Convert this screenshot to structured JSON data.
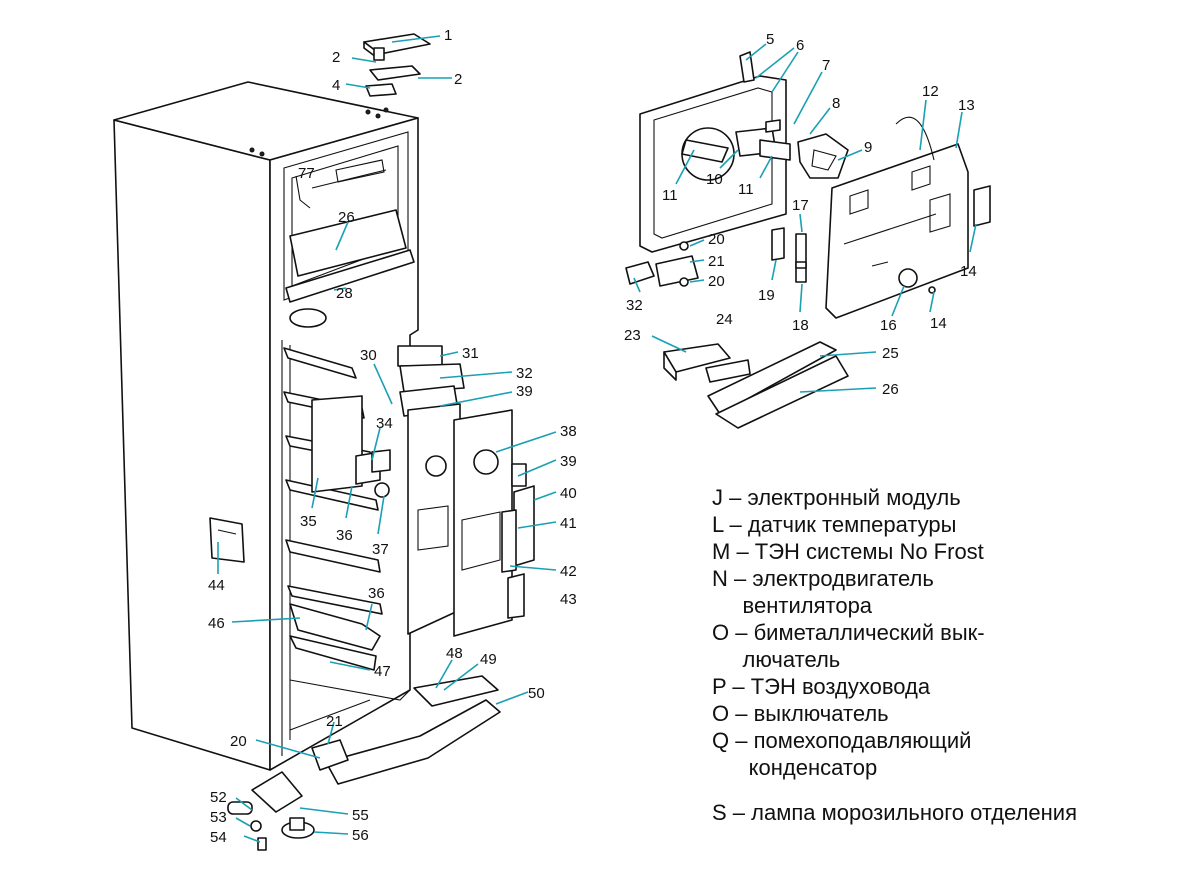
{
  "diagram": {
    "callouts": [
      {
        "id": "c1",
        "text": "1"
      },
      {
        "id": "c2a",
        "text": "2"
      },
      {
        "id": "c2b",
        "text": "2"
      },
      {
        "id": "c4",
        "text": "4"
      },
      {
        "id": "c5",
        "text": "5"
      },
      {
        "id": "c6",
        "text": "6"
      },
      {
        "id": "c7",
        "text": "7"
      },
      {
        "id": "c8",
        "text": "8"
      },
      {
        "id": "c9",
        "text": "9"
      },
      {
        "id": "c10",
        "text": "10"
      },
      {
        "id": "c11a",
        "text": "11"
      },
      {
        "id": "c11b",
        "text": "11"
      },
      {
        "id": "c12",
        "text": "12"
      },
      {
        "id": "c13",
        "text": "13"
      },
      {
        "id": "c14a",
        "text": "14"
      },
      {
        "id": "c14b",
        "text": "14"
      },
      {
        "id": "c16",
        "text": "16"
      },
      {
        "id": "c17",
        "text": "17"
      },
      {
        "id": "c18",
        "text": "18"
      },
      {
        "id": "c19",
        "text": "19"
      },
      {
        "id": "c20a",
        "text": "20"
      },
      {
        "id": "c20b",
        "text": "20"
      },
      {
        "id": "c20c",
        "text": "20"
      },
      {
        "id": "c21a",
        "text": "21"
      },
      {
        "id": "c21b",
        "text": "21"
      },
      {
        "id": "c23",
        "text": "23"
      },
      {
        "id": "c24",
        "text": "24"
      },
      {
        "id": "c25",
        "text": "25"
      },
      {
        "id": "c26a",
        "text": "26"
      },
      {
        "id": "c26b",
        "text": "26"
      },
      {
        "id": "c28",
        "text": "28"
      },
      {
        "id": "c30",
        "text": "30"
      },
      {
        "id": "c31",
        "text": "31"
      },
      {
        "id": "c32a",
        "text": "32"
      },
      {
        "id": "c32b",
        "text": "32"
      },
      {
        "id": "c34",
        "text": "34"
      },
      {
        "id": "c35",
        "text": "35"
      },
      {
        "id": "c36a",
        "text": "36"
      },
      {
        "id": "c36b",
        "text": "36"
      },
      {
        "id": "c37",
        "text": "37"
      },
      {
        "id": "c38",
        "text": "38"
      },
      {
        "id": "c39a",
        "text": "39"
      },
      {
        "id": "c39b",
        "text": "39"
      },
      {
        "id": "c40",
        "text": "40"
      },
      {
        "id": "c41",
        "text": "41"
      },
      {
        "id": "c42",
        "text": "42"
      },
      {
        "id": "c43",
        "text": "43"
      },
      {
        "id": "c44",
        "text": "44"
      },
      {
        "id": "c46",
        "text": "46"
      },
      {
        "id": "c47",
        "text": "47"
      },
      {
        "id": "c48",
        "text": "48"
      },
      {
        "id": "c49",
        "text": "49"
      },
      {
        "id": "c50",
        "text": "50"
      },
      {
        "id": "c52",
        "text": "52"
      },
      {
        "id": "c53",
        "text": "53"
      },
      {
        "id": "c54",
        "text": "54"
      },
      {
        "id": "c55",
        "text": "55"
      },
      {
        "id": "c56",
        "text": "56"
      },
      {
        "id": "c77",
        "text": "77"
      }
    ],
    "legend": [
      "J – электронный модуль",
      "L – датчик температуры",
      "M – ТЭН системы No Frost",
      "N – электродвигатель",
      "     вентилятора",
      "O – биметаллический вык-",
      "     лючатель",
      "P – ТЭН воздуховода",
      "O – выключатель",
      "Q – помехоподавляющий",
      "      конденсатор"
    ],
    "legend_last": "S – лампа морозильного отделения",
    "colors": {
      "leader": "#1aa0b4",
      "line": "#111111",
      "background": "#ffffff"
    }
  }
}
